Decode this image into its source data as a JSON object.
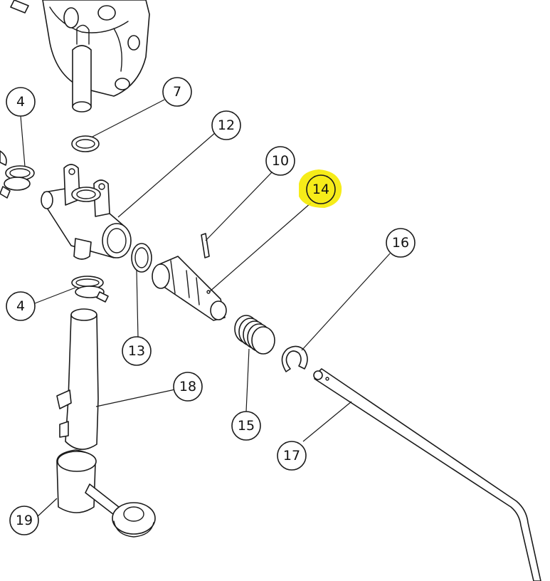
{
  "callouts": [
    {
      "id": "c7",
      "label": "7"
    },
    {
      "id": "c12",
      "label": "12"
    },
    {
      "id": "c10",
      "label": "10"
    },
    {
      "id": "c14",
      "label": "14",
      "highlighted": true
    },
    {
      "id": "c4a",
      "label": "4"
    },
    {
      "id": "c4b",
      "label": "4"
    },
    {
      "id": "c16",
      "label": "16"
    },
    {
      "id": "c13",
      "label": "13"
    },
    {
      "id": "c18",
      "label": "18"
    },
    {
      "id": "c15",
      "label": "15"
    },
    {
      "id": "c17",
      "label": "17"
    },
    {
      "id": "c19",
      "label": "19"
    }
  ],
  "highlight_color": "#f5ea00"
}
